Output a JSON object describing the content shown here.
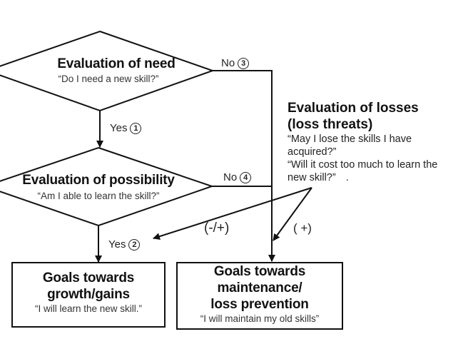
{
  "diagram": {
    "decision_need": {
      "title": "Evaluation of need",
      "question": "“Do I need a new skill?”"
    },
    "decision_possibility": {
      "title": "Evaluation of possibility",
      "question": "“Am I able to learn the skill?”"
    },
    "edges": {
      "need_no": {
        "label": "No",
        "number": "3"
      },
      "need_yes": {
        "label": "Yes",
        "number": "1"
      },
      "possibility_no": {
        "label": "No",
        "number": "4"
      },
      "possibility_yes": {
        "label": "Yes",
        "number": "2"
      },
      "losses_to_growth": {
        "label": "(-/+)"
      },
      "losses_to_maintenance": {
        "label": "( +)"
      }
    },
    "losses": {
      "title_line1": "Evaluation of losses",
      "title_line2": "(loss threats)",
      "question1_line1": "“May I  lose the skills I have",
      "question1_line2": "acquired?”",
      "question2_line1": "“Will it cost too much to learn the",
      "question2_line2": "new skill?”",
      "trailing_mark": "."
    },
    "goal_growth": {
      "title_line1": "Goals towards",
      "title_line2": "growth/gains",
      "quote": "“I will learn the new skill.”"
    },
    "goal_maintenance": {
      "title_line1": "Goals towards",
      "title_line2": "maintenance/",
      "title_line3": "loss prevention",
      "quote": "“I will maintain my old skills”"
    },
    "colors": {
      "line": "#111111",
      "background": "#ffffff"
    }
  }
}
